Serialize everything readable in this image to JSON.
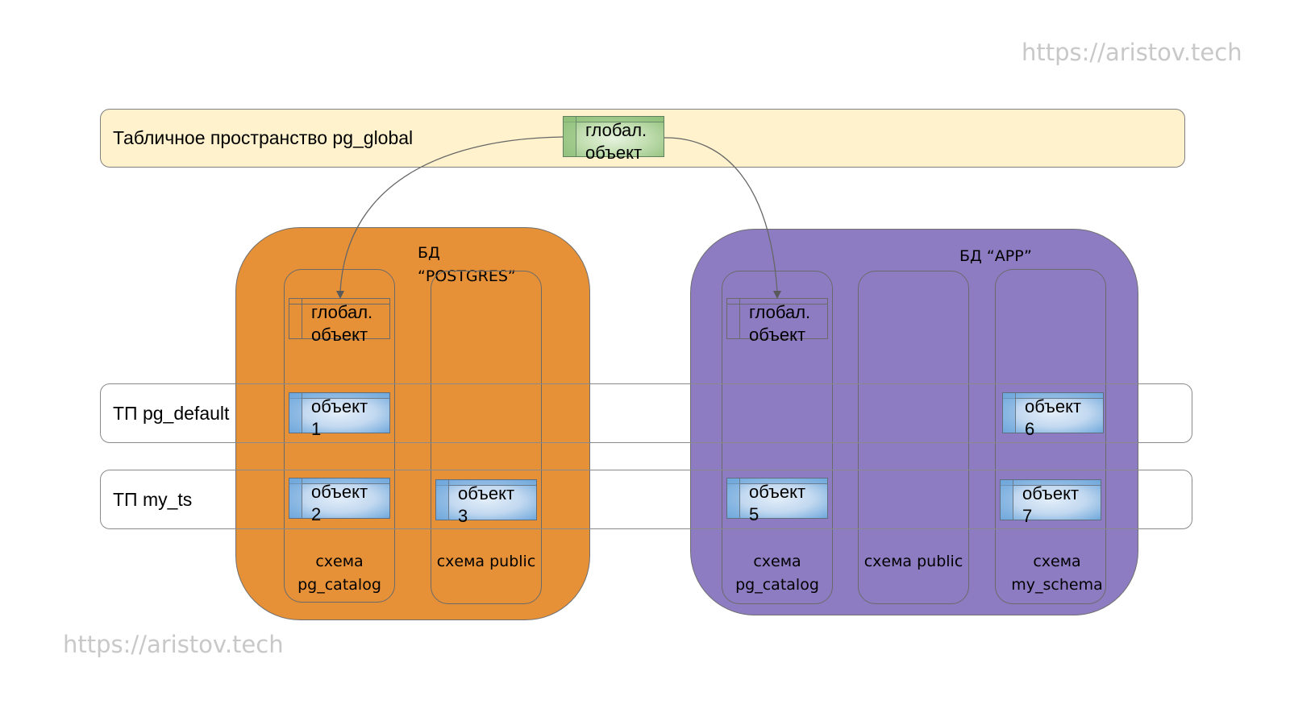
{
  "watermarks": {
    "top_right": "https://aristov.tech",
    "bottom_left": "https://aristov.tech"
  },
  "tablespaces": {
    "global": {
      "label": "Табличное пространство pg_global"
    },
    "default": {
      "label": "ТП pg_default"
    },
    "my_ts": {
      "label": "ТП my_ts"
    }
  },
  "databases": {
    "postgres": {
      "label_line1": "БД",
      "label_line2": "“POSTGRES”",
      "color": "#e69138",
      "schemas": {
        "pg_catalog": {
          "line1": "схема",
          "line2": "pg_catalog"
        },
        "public": {
          "line1": "схема public",
          "line2": ""
        }
      }
    },
    "app": {
      "label": "БД “APP”",
      "color": "#8e7cc3",
      "schemas": {
        "pg_catalog": {
          "line1": "схема",
          "line2": "pg_catalog"
        },
        "public": {
          "line1": "схема public",
          "line2": ""
        },
        "my_schema": {
          "line1": "схема",
          "line2": "my_schema"
        }
      }
    }
  },
  "objects": {
    "global_source": {
      "line1": "глобал.",
      "line2": "объект"
    },
    "global_in_postgres": {
      "line1": "глобал.",
      "line2": "объект"
    },
    "global_in_app": {
      "line1": "глобал.",
      "line2": "объект"
    },
    "obj1": {
      "line1": "объект",
      "line2": "1"
    },
    "obj2": {
      "line1": "объект",
      "line2": "2"
    },
    "obj3": {
      "line1": "объект",
      "line2": "3"
    },
    "obj5": {
      "line1": "объект",
      "line2": "5"
    },
    "obj6": {
      "line1": "объект",
      "line2": "6"
    },
    "obj7": {
      "line1": "объект",
      "line2": "7"
    }
  },
  "colors": {
    "global_band": "#fff2cc",
    "object_blue": "#6fa8dc",
    "object_green": "#8fbf7a"
  }
}
